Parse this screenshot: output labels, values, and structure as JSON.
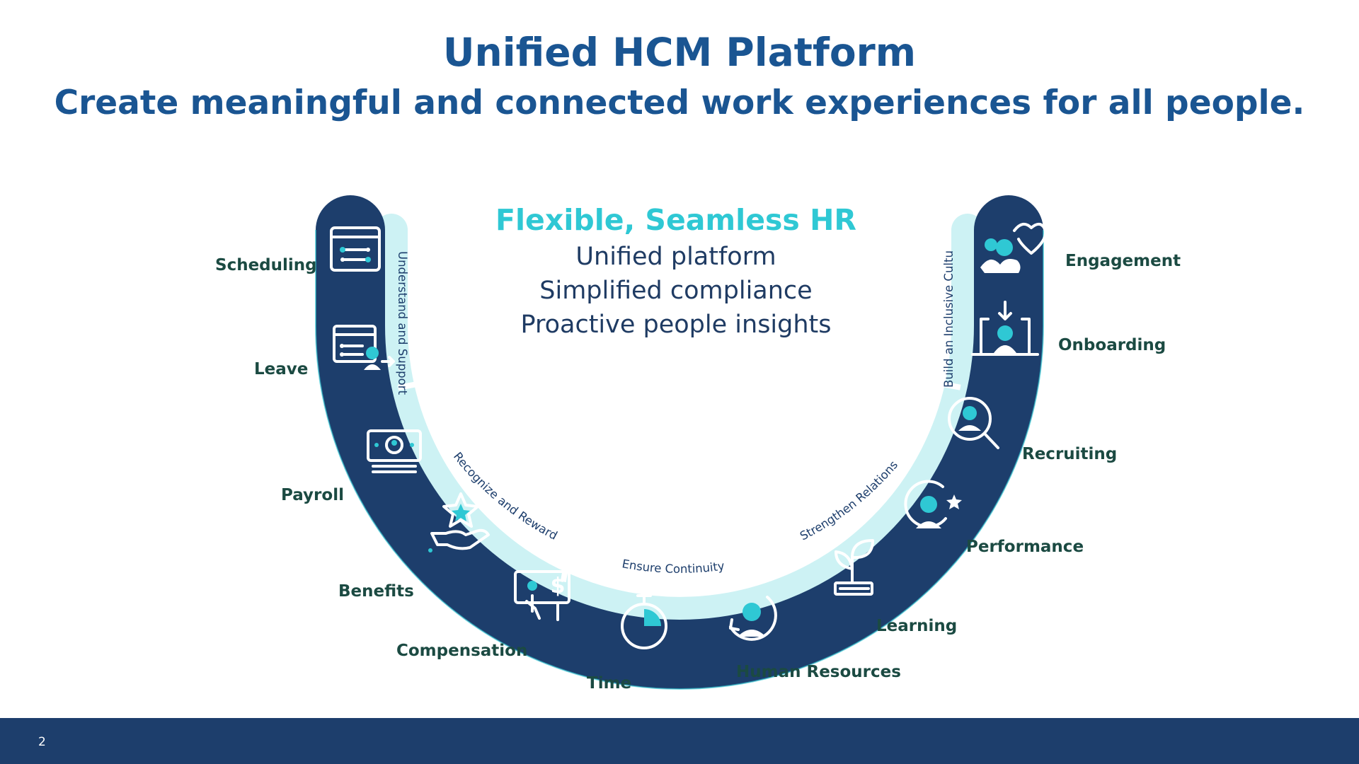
{
  "slide": {
    "title": "Unified HCM Platform",
    "subtitle": "Create meaningful and connected work experiences for all people.",
    "page_number": "2"
  },
  "center": {
    "heading": "Flexible, Seamless HR",
    "lines": [
      "Unified platform",
      "Simplified compliance",
      "Proactive people insights"
    ]
  },
  "themes": [
    "Understand and Support",
    "Recognize and Reward",
    "Ensure Continuity",
    "Strengthen Relationships",
    "Build an Inclusive Culture"
  ],
  "modules": [
    {
      "label": "Scheduling",
      "icon": "calendar-schedule-icon"
    },
    {
      "label": "Leave",
      "icon": "leave-calendar-icon"
    },
    {
      "label": "Payroll",
      "icon": "payroll-monitor-icon"
    },
    {
      "label": "Benefits",
      "icon": "hand-star-icon"
    },
    {
      "label": "Compensation",
      "icon": "dollar-card-icon"
    },
    {
      "label": "Time",
      "icon": "stopwatch-icon"
    },
    {
      "label": "Human Resources",
      "icon": "person-cycle-icon"
    },
    {
      "label": "Learning",
      "icon": "plant-book-icon"
    },
    {
      "label": "Performance",
      "icon": "person-star-icon"
    },
    {
      "label": "Recruiting",
      "icon": "magnifier-person-icon"
    },
    {
      "label": "Onboarding",
      "icon": "person-arrow-in-icon"
    },
    {
      "label": "Engagement",
      "icon": "people-heart-icon"
    }
  ],
  "colors": {
    "title": "#1a5592",
    "accent": "#2fc8d4",
    "arc": "#1d3e6c",
    "band": "#cdf2f4",
    "label": "#1b4a42"
  }
}
